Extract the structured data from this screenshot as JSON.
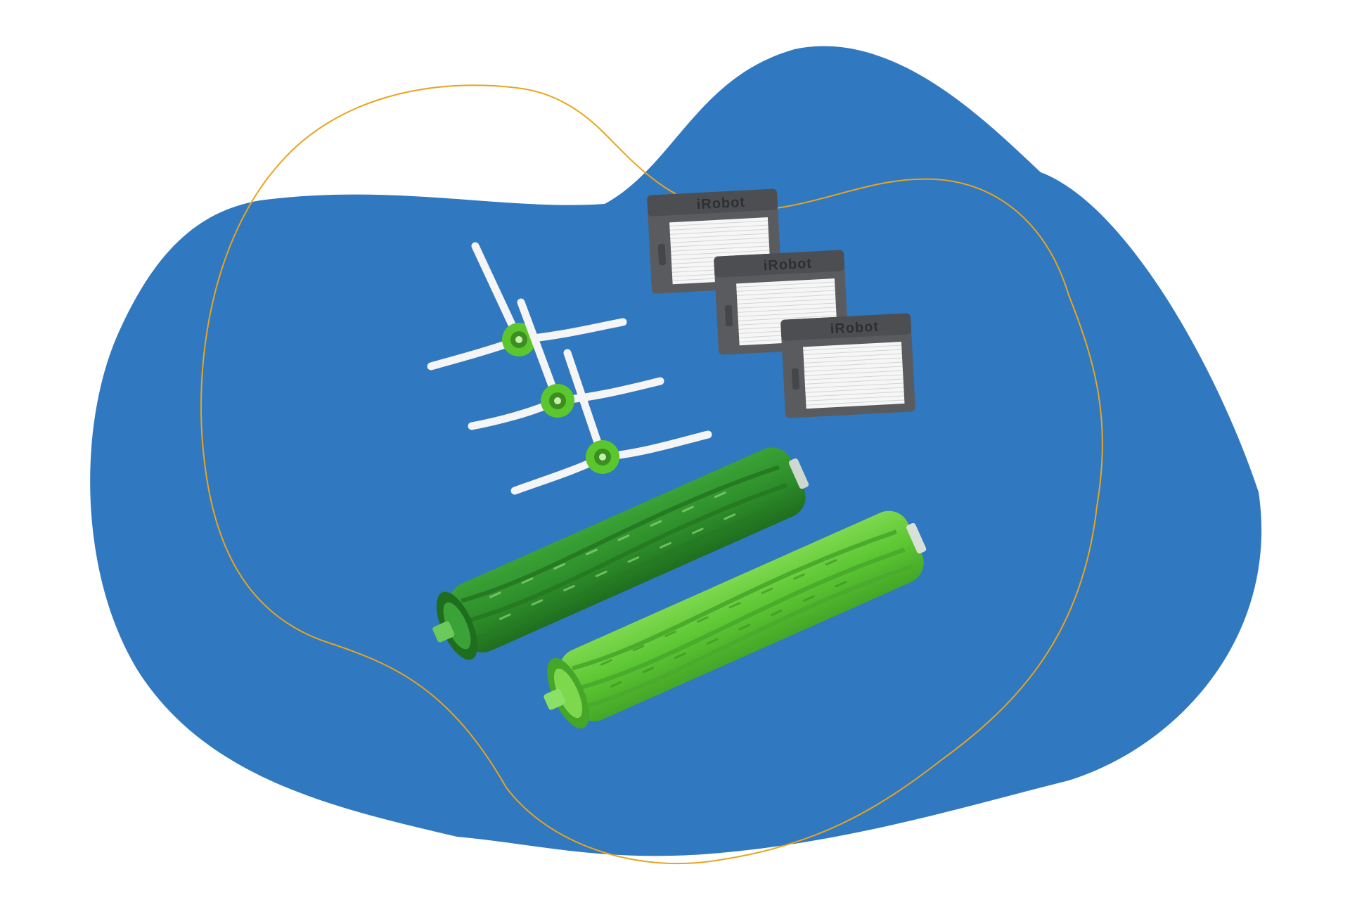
{
  "scene": {
    "background_color": "#ffffff",
    "blob_color": "#3078bf",
    "outline_color": "#e8a41e"
  },
  "products": {
    "filters": {
      "brand_label": "iRobot",
      "count": 3,
      "frame_color": "#5a5b5e",
      "media_color": "#f4f4f4"
    },
    "side_brushes": {
      "count": 3,
      "hub_color": "#5cc62e",
      "arm_color": "#f5f5f5"
    },
    "rollers": {
      "count": 2,
      "colors": [
        "#2e8f2a",
        "#5bc632"
      ]
    }
  }
}
